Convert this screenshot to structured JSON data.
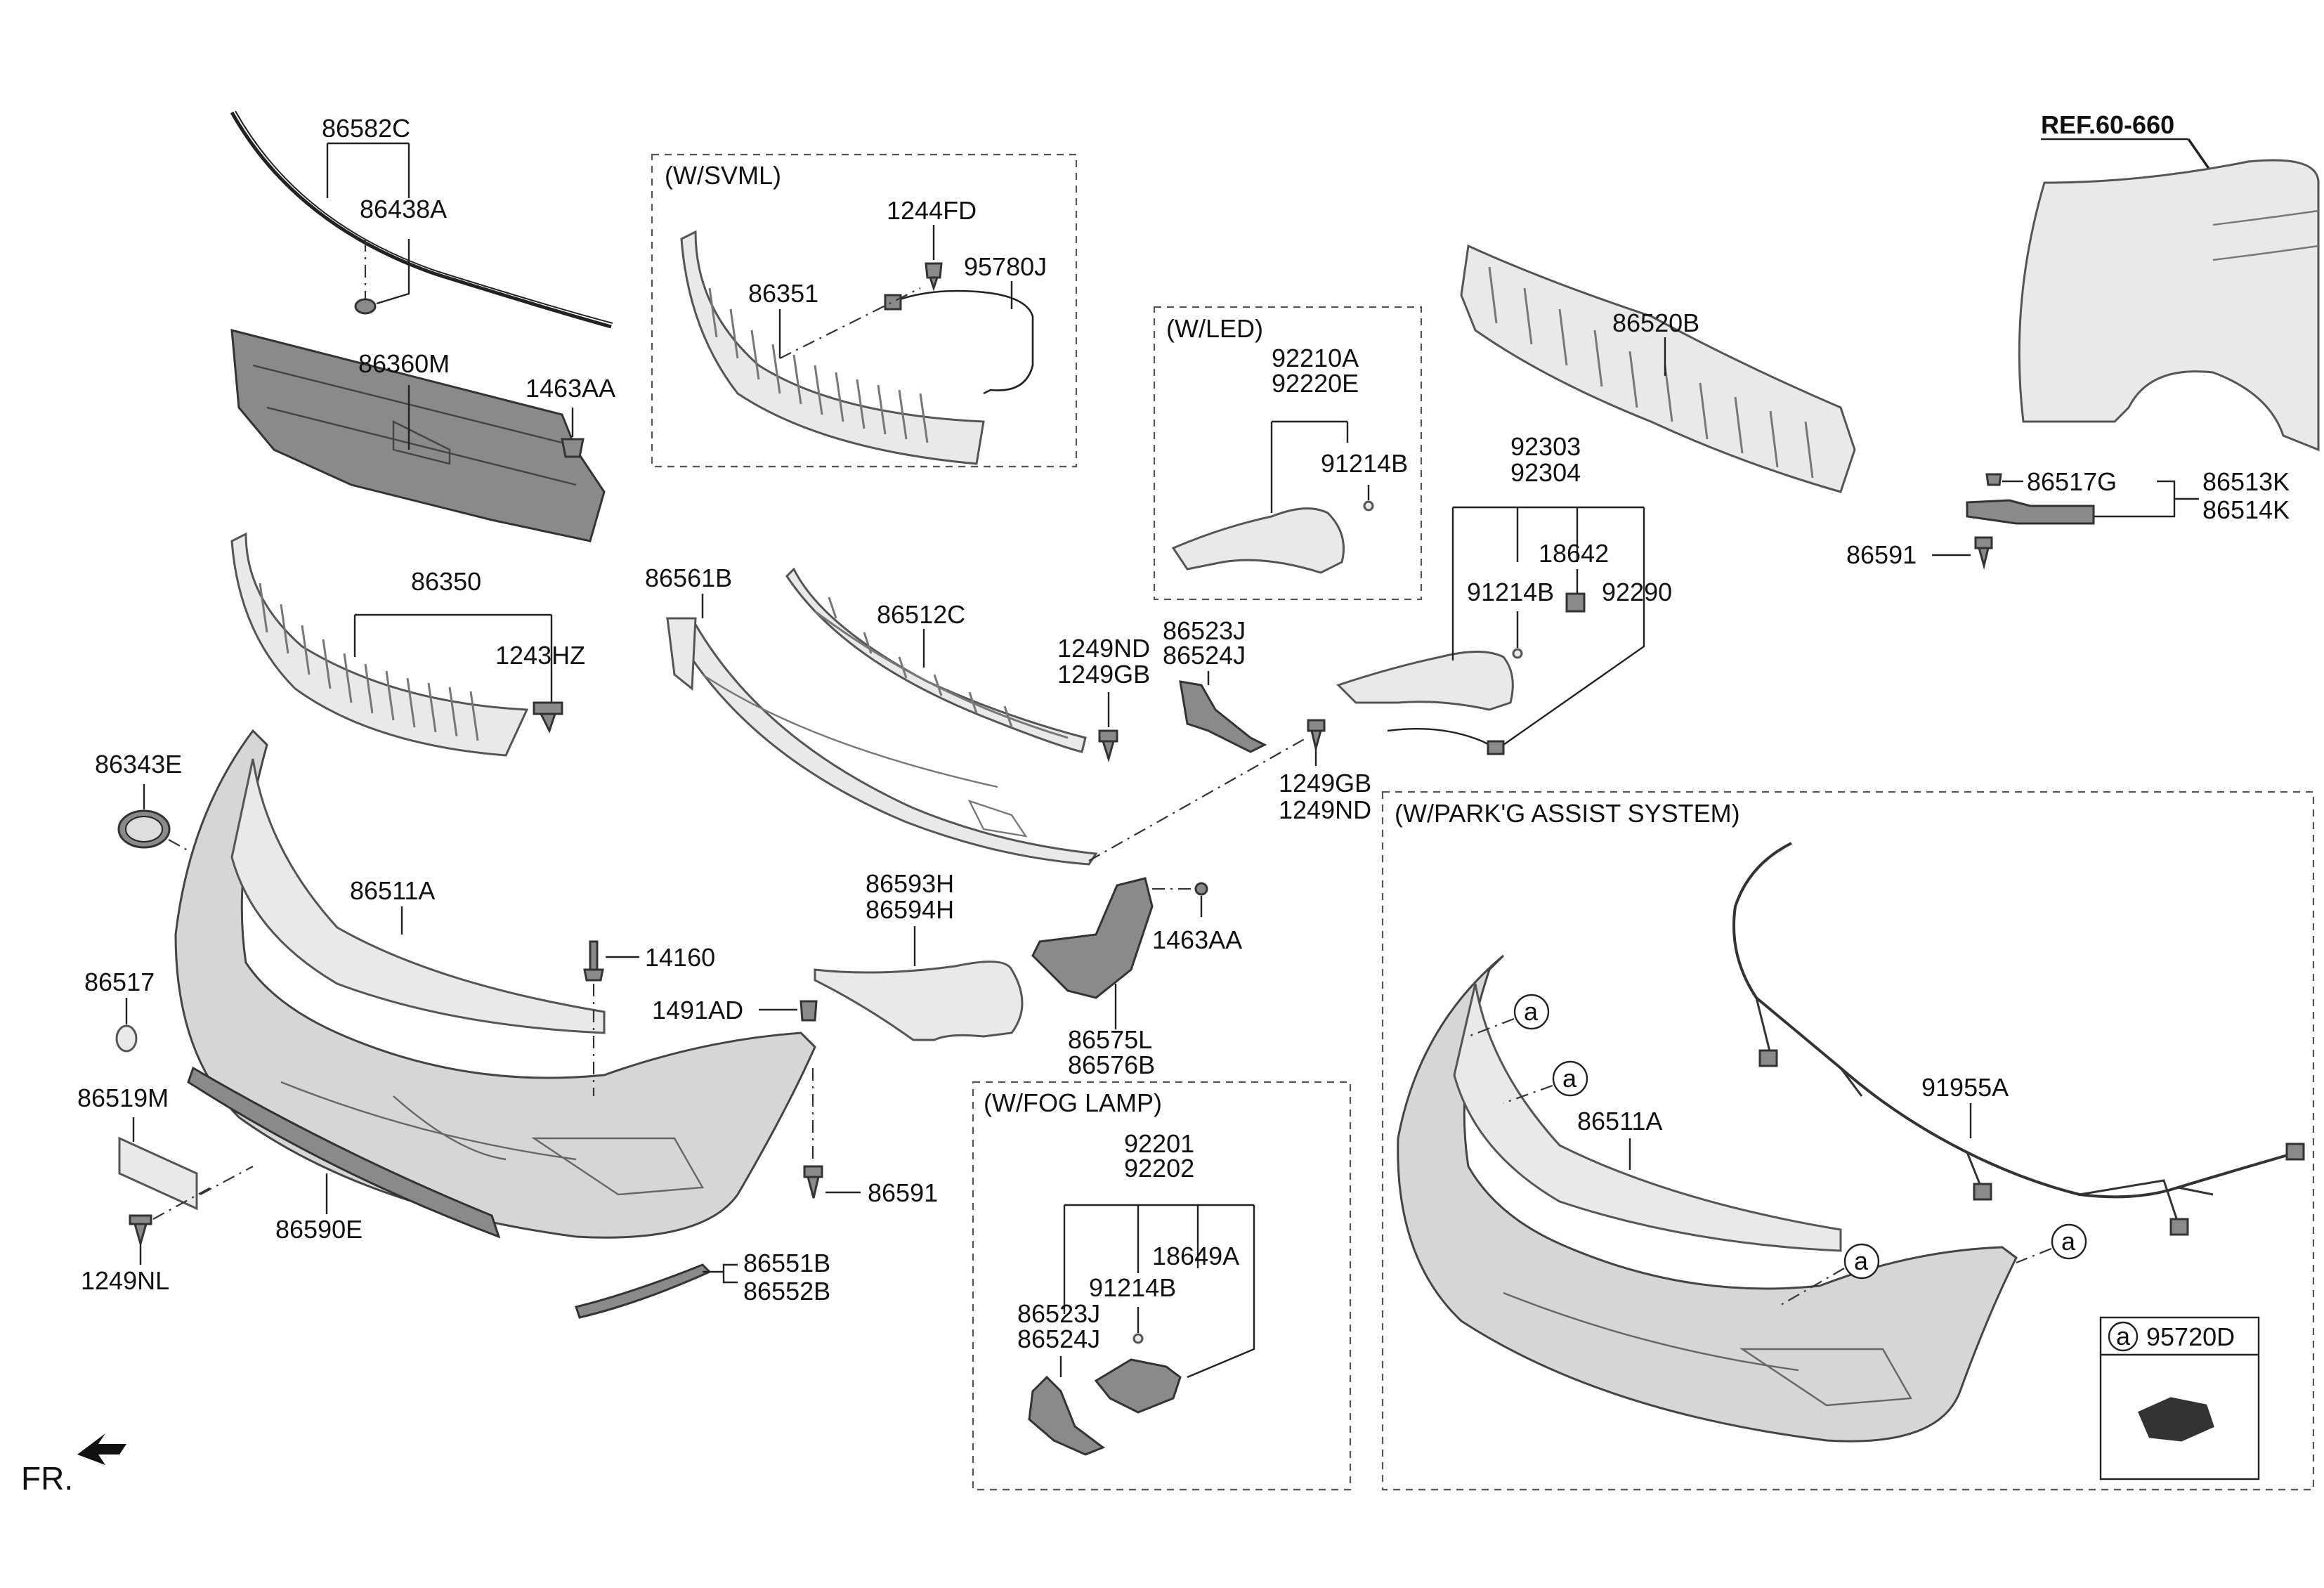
{
  "labels": {
    "p86582C": "86582C",
    "p86438A": "86438A",
    "p86360M": "86360M",
    "p1463AA_a": "1463AA",
    "p86350": "86350",
    "p1243HZ": "1243HZ",
    "p86343E": "86343E",
    "p86511A": "86511A",
    "p86517": "86517",
    "p14160": "14160",
    "p1491AD": "1491AD",
    "p86519M": "86519M",
    "p86590E": "86590E",
    "p1249NL": "1249NL",
    "p86591_a": "86591",
    "p86551B": "86551B",
    "p86552B": "86552B",
    "p1244FD": "1244FD",
    "p86351": "86351",
    "p95780J": "95780J",
    "p86561B": "86561B",
    "p86512C": "86512C",
    "p1249ND_a": "1249ND",
    "p1249GB_a": "1249GB",
    "p86523J_a": "86523J",
    "p86524J_a": "86524J",
    "p1249GB_b": "1249GB",
    "p1249ND_b": "1249ND",
    "p86593H": "86593H",
    "p86594H": "86594H",
    "p1463AA_b": "1463AA",
    "p86575L": "86575L",
    "p86576B": "86576B",
    "p92210A": "92210A",
    "p92220E": "92220E",
    "p91214B_a": "91214B",
    "p86520B": "86520B",
    "p92303": "92303",
    "p92304": "92304",
    "p18642": "18642",
    "p91214B_b": "91214B",
    "p92290": "92290",
    "pREF": "REF.60-660",
    "p86517G": "86517G",
    "p86513K": "86513K",
    "p86514K": "86514K",
    "p86591_b": "86591",
    "p92201": "92201",
    "p92202": "92202",
    "p18649A": "18649A",
    "p91214B_c": "91214B",
    "p86523J_b": "86523J",
    "p86524J_b": "86524J",
    "p86511A_b": "86511A",
    "p91955A": "91955A",
    "p95720D": "95720D",
    "circleA": "a",
    "fr": "FR."
  },
  "boxes": {
    "svml": "(W/SVML)",
    "led": "(W/LED)",
    "fog": "(W/FOG LAMP)",
    "park": "(W/PARK'G ASSIST SYSTEM)"
  }
}
